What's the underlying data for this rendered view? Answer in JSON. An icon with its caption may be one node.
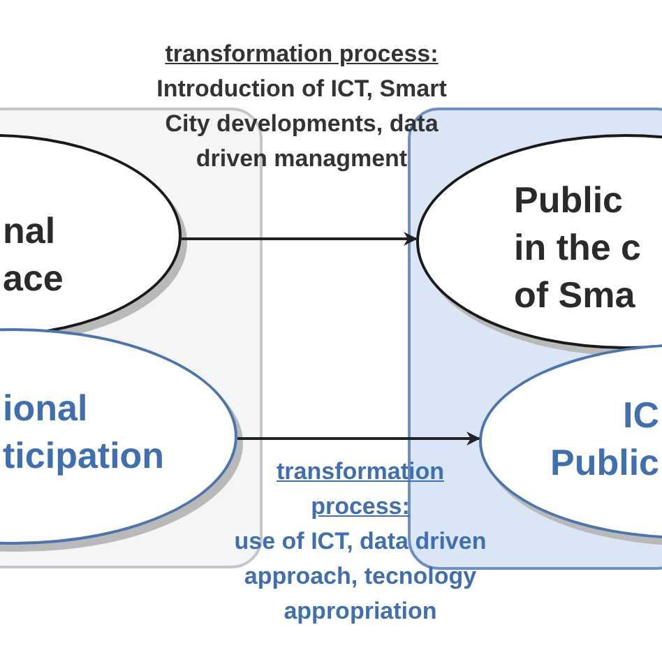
{
  "diagram": {
    "nodes": [
      {
        "text": [
          "nal ace"
        ]
      },
      {
        "text": [
          "ional ticipation"
        ]
      },
      {
        "text": [
          "Public in the c of Sma"
        ]
      },
      {
        "text": [
          "IC Public"
        ]
      }
    ],
    "edges": [
      {
        "from": 0,
        "to": 2,
        "arrow": "to"
      },
      {
        "from": 1,
        "to": 3,
        "arrow": "to"
      }
    ],
    "labels": [
      "transformation process:",
      "Introduction of ICT, Smart City developments, data driven managment",
      "transformation process:",
      "use of ICT, data driven approach, tecnology appropriation"
    ]
  }
}
